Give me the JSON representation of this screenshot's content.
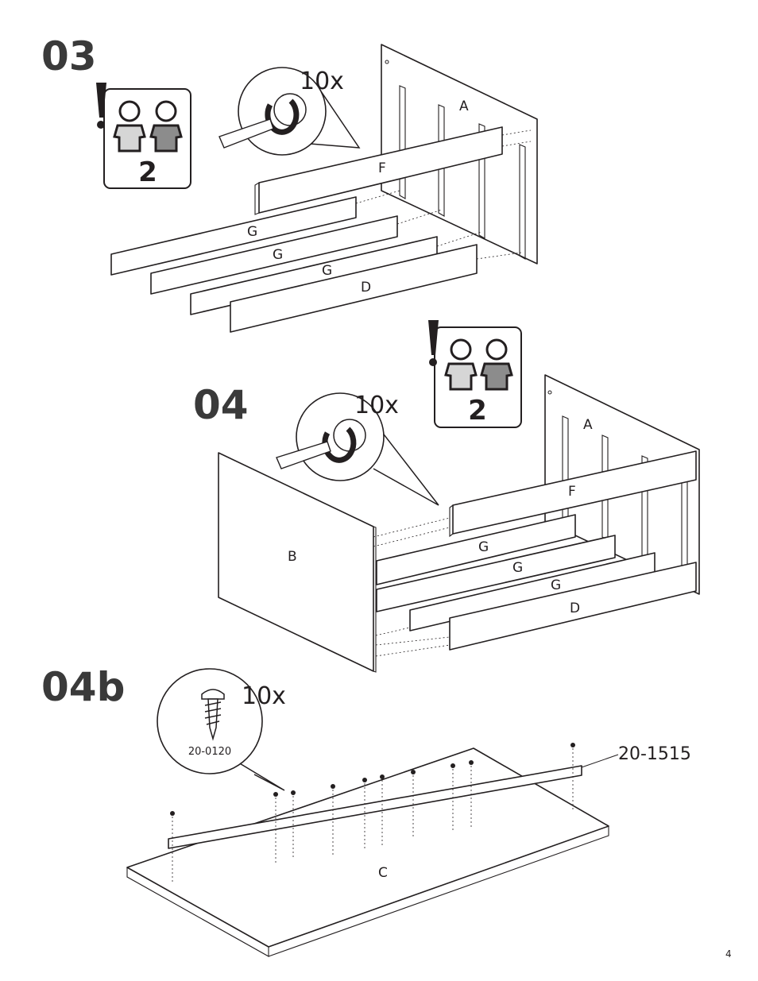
{
  "steps": {
    "s03": "03",
    "s04": "04",
    "s04b": "04b"
  },
  "people_count": {
    "s03": "2",
    "s04": "2"
  },
  "quantities": {
    "s03": "10x",
    "s04": "10x",
    "s04b": "10x"
  },
  "parts": {
    "s03": {
      "a": "A",
      "f": "F",
      "g1": "G",
      "g2": "G",
      "g3": "G",
      "d": "D"
    },
    "s04": {
      "a": "A",
      "f": "F",
      "g1": "G",
      "g2": "G",
      "g3": "G",
      "d": "D",
      "b": "B"
    },
    "s04b": {
      "c": "C"
    }
  },
  "hardware": {
    "screw_code": "20-0120",
    "rail_code": "20-1515"
  },
  "page_number": "4",
  "icons": [
    "warning-exclamation-icon",
    "two-people-icon",
    "screwdriver-icon",
    "cam-lock-icon",
    "screw-icon"
  ]
}
